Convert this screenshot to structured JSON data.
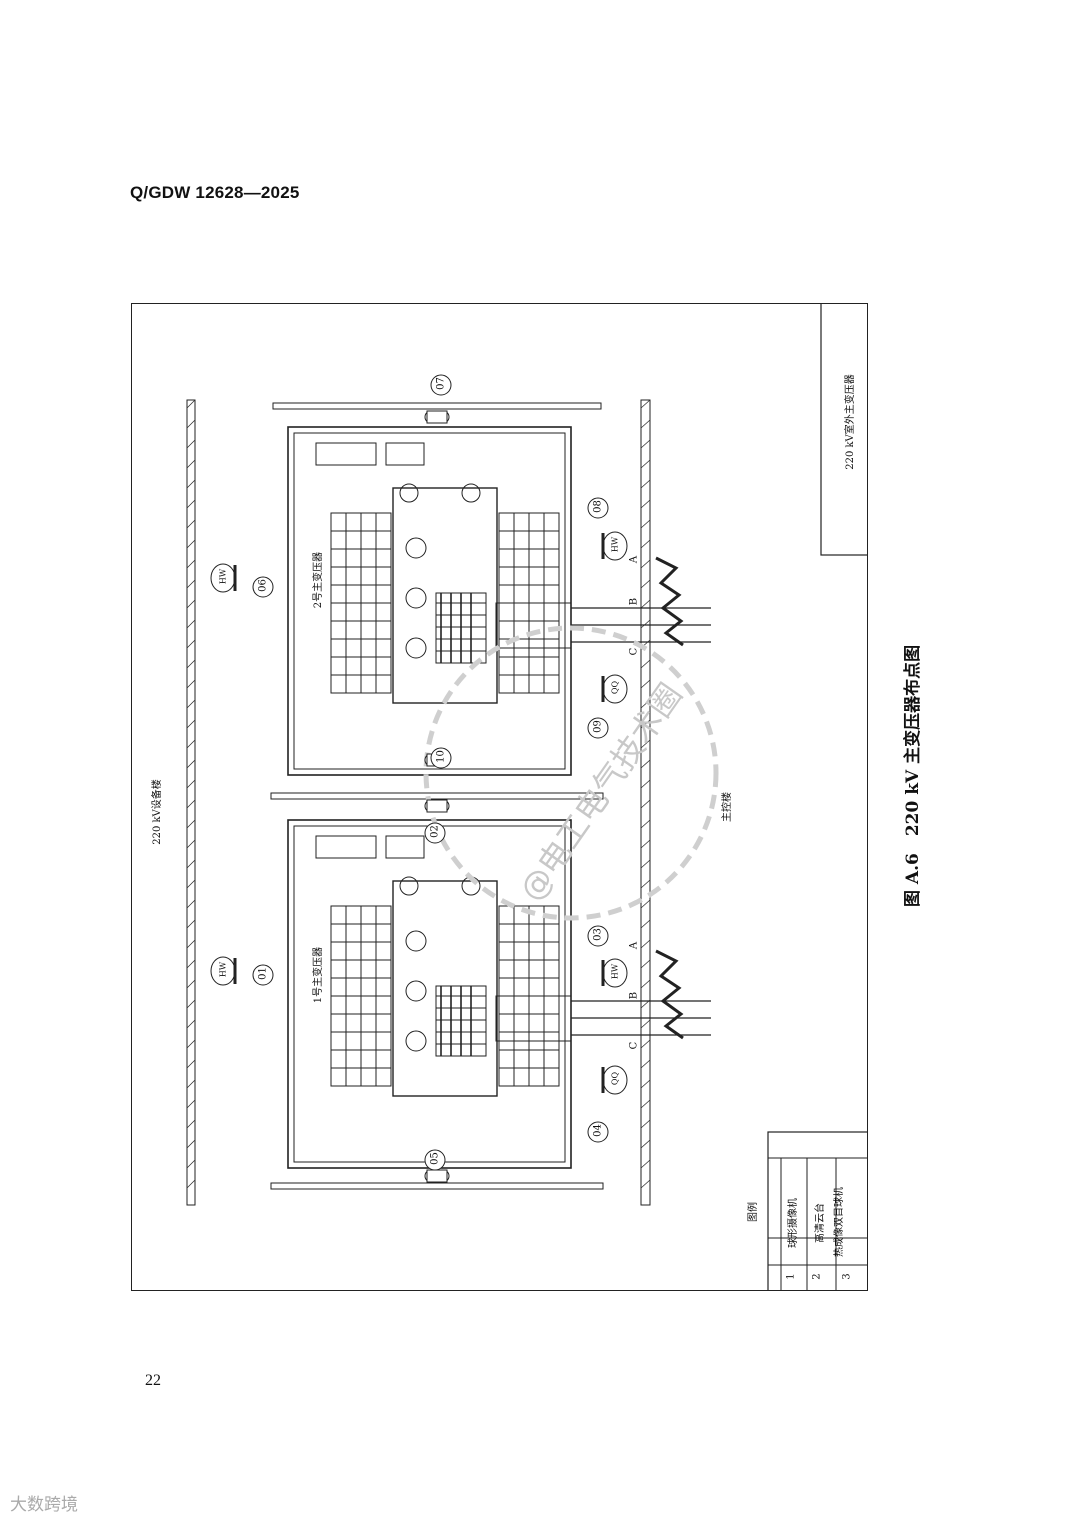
{
  "header": {
    "standard_code": "Q/GDW 12628—2025"
  },
  "footer": {
    "page_number": "22"
  },
  "figure": {
    "caption": "图 A.6　220 kV 主变压器布点图",
    "title_block": "220 kV室外主变压器",
    "building_top": "220 kV设备楼",
    "building_bottom": "主控楼",
    "transformers": [
      "1号主变压器",
      "2号主变压器"
    ],
    "points": [
      "01",
      "02",
      "03",
      "04",
      "05",
      "06",
      "07",
      "08",
      "09",
      "10"
    ],
    "camera_codes": {
      "hw": "HW",
      "qq": "QQ"
    },
    "phases": [
      "A",
      "B",
      "C"
    ],
    "legend": {
      "title": "图例",
      "rows": [
        {
          "no": "1",
          "name": "球形摄像机"
        },
        {
          "no": "2",
          "name": "高清云台"
        },
        {
          "no": "3",
          "name": "热成像双目球机"
        }
      ]
    }
  },
  "watermark": {
    "text": "@电工电气技术圈",
    "logo": "大数跨境"
  }
}
